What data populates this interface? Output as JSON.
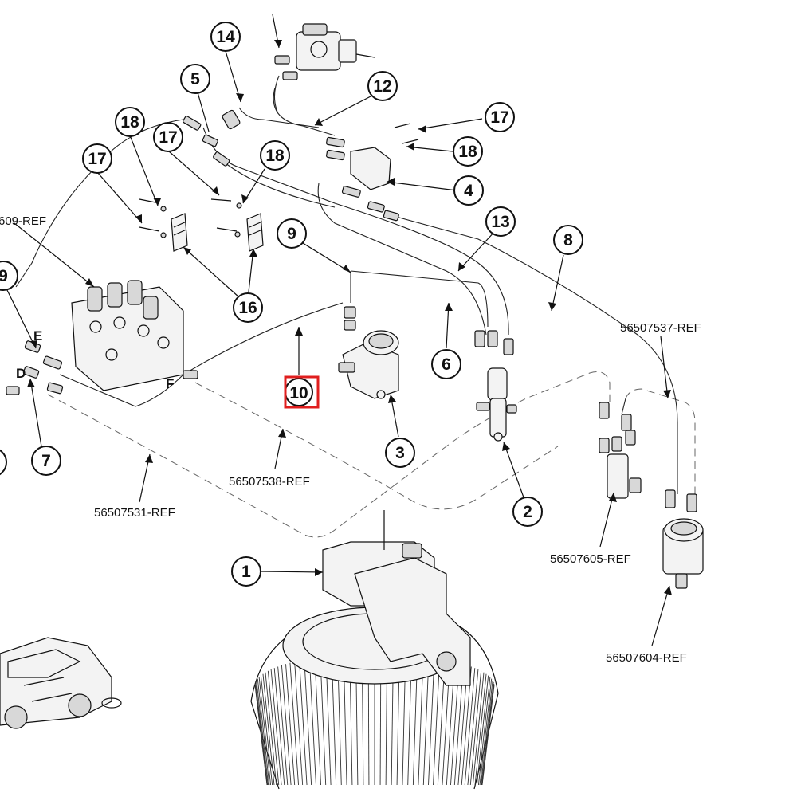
{
  "highlight": {
    "label": "10",
    "color": "#e01e1e"
  },
  "callouts": {
    "c1": "1",
    "c2": "2",
    "c3": "3",
    "c4": "4",
    "c5": "5",
    "c6": "6",
    "c7": "7",
    "c8": "8",
    "c9": "9",
    "c9b": "9",
    "c12": "12",
    "c13": "13",
    "c14": "14",
    "c16": "16",
    "c17a": "17",
    "c17b": "17",
    "c17c": "17",
    "c18a": "18",
    "c18b": "18",
    "c18c": "18"
  },
  "references": {
    "r609": "609-REF",
    "r537": "56507537-REF",
    "r538": "56507538-REF",
    "r531": "56507531-REF",
    "r605": "56507605-REF",
    "r604": "56507604-REF"
  },
  "port_letters": {
    "e": "E",
    "d": "D",
    "f": "F"
  }
}
